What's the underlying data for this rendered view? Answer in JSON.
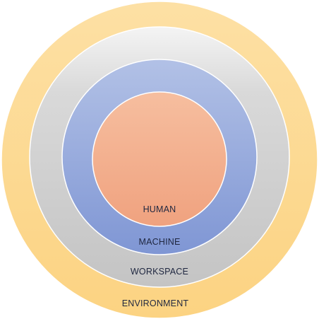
{
  "diagram": {
    "layers": [
      {
        "label": "ENVIRONMENT",
        "color": "#fcd68c"
      },
      {
        "label": "WORKSPACE",
        "color": "#c9c9c9"
      },
      {
        "label": "MACHINE",
        "color": "#8ea2d8"
      },
      {
        "label": "HUMAN",
        "color": "#f2ab8b"
      }
    ]
  }
}
